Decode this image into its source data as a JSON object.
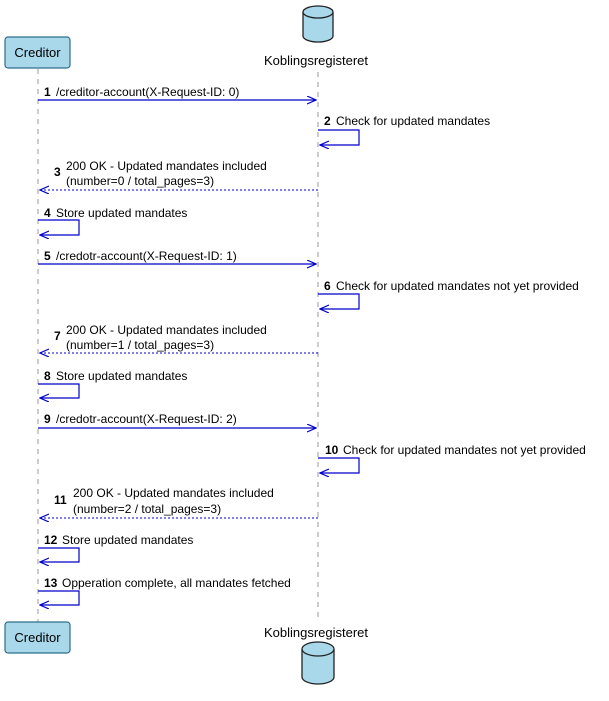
{
  "participants": {
    "creditor": {
      "label": "Creditor",
      "fill": "#a8d8ea",
      "stroke": "#2c6e8a"
    },
    "registry": {
      "label": "Koblingsregisteret",
      "fill": "#a8d8ea",
      "stroke": "#222222"
    }
  },
  "colors": {
    "arrow": "#0000cc",
    "lifeline": "#999999"
  },
  "messages": [
    {
      "num": "1",
      "text": "/creditor-account(X-Request-ID: 0)",
      "text2": ""
    },
    {
      "num": "2",
      "text": "Check for updated mandates",
      "text2": ""
    },
    {
      "num": "3",
      "text": "200 OK - Updated mandates included",
      "text2": "(number=0 / total_pages=3)"
    },
    {
      "num": "4",
      "text": "Store updated mandates",
      "text2": ""
    },
    {
      "num": "5",
      "text": "/credotr-account(X-Request-ID: 1)",
      "text2": ""
    },
    {
      "num": "6",
      "text": "Check for updated mandates not yet provided",
      "text2": ""
    },
    {
      "num": "7",
      "text": "200 OK - Updated mandates included",
      "text2": "(number=1 / total_pages=3)"
    },
    {
      "num": "8",
      "text": "Store updated mandates",
      "text2": ""
    },
    {
      "num": "9",
      "text": "/credotr-account(X-Request-ID: 2)",
      "text2": ""
    },
    {
      "num": "10",
      "text": "Check for updated mandates not yet provided",
      "text2": ""
    },
    {
      "num": "11",
      "text": "200 OK - Updated mandates included",
      "text2": "(number=2 / total_pages=3)"
    },
    {
      "num": "12",
      "text": "Store updated mandates",
      "text2": ""
    },
    {
      "num": "13",
      "text": "Opperation complete, all mandates fetched",
      "text2": ""
    }
  ]
}
